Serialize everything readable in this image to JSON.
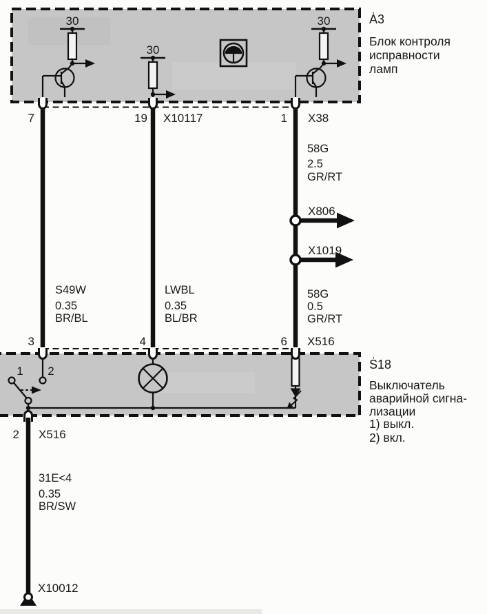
{
  "colors": {
    "module_fill": "#c6c6c6",
    "line": "#111111",
    "paper": "#fcfcfa"
  },
  "a3": {
    "id": "Ȧ3",
    "desc": [
      "Блок контроля",
      "исправности",
      "ламп"
    ],
    "terminals": [
      "30",
      "30",
      "30"
    ],
    "connector": {
      "pin_left": "7",
      "pin_mid": "19",
      "name_mid": "X10117",
      "pin_right": "1",
      "name_right": "X38"
    }
  },
  "wires": {
    "left": [
      "S49W",
      "0.35",
      "BR/BL"
    ],
    "middle": [
      "LWBL",
      "0.35",
      "BL/BR"
    ],
    "right_upper": [
      "58G",
      "2.5",
      "GR/RT"
    ],
    "right_lower": [
      "58G",
      "0.5",
      "GR/RT"
    ],
    "bottom": [
      "31E<4",
      "0.35",
      "BR/SW"
    ]
  },
  "branches": {
    "first": "X806",
    "second": "X1019"
  },
  "s18": {
    "id": "Ṡ18",
    "desc": [
      "Выключатель",
      "аварийной сигна-",
      "лизации",
      "1) выкл.",
      "2) вкл."
    ],
    "switch_pos1": "1",
    "switch_pos2": "2",
    "connector_top": {
      "pin_left": "3",
      "pin_mid": "4",
      "pin_right": "6",
      "name": "X516"
    },
    "connector_bottom": {
      "pin": "2",
      "name": "X516"
    }
  },
  "ground": {
    "name": "X10012"
  }
}
